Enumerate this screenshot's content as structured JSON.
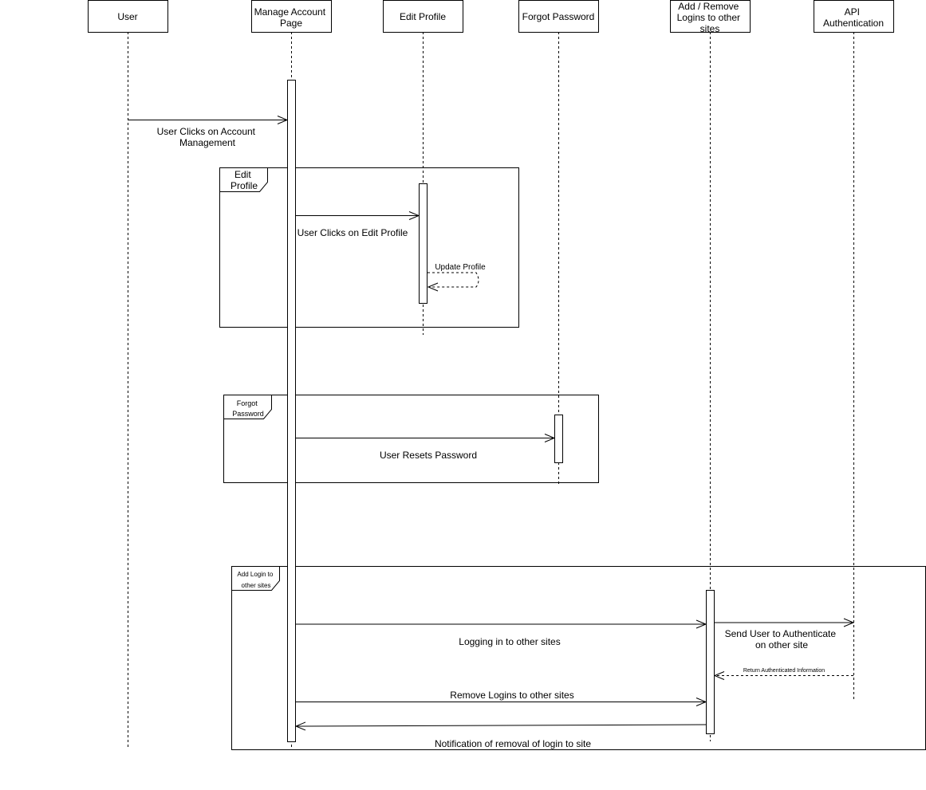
{
  "lifelines": [
    {
      "id": "user",
      "lines": [
        "User"
      ]
    },
    {
      "id": "manage",
      "lines": [
        "Manage Account",
        "Page"
      ]
    },
    {
      "id": "edit",
      "lines": [
        "Edit Profile"
      ]
    },
    {
      "id": "forgot",
      "lines": [
        "Forgot Password"
      ]
    },
    {
      "id": "addremove",
      "lines": [
        "Add / Remove",
        "Logins to other",
        "sites"
      ]
    },
    {
      "id": "api",
      "lines": [
        "API",
        "Authentication"
      ]
    }
  ],
  "fragments": [
    {
      "id": "edit-profile",
      "lines": [
        "Edit",
        "Profile"
      ]
    },
    {
      "id": "forgot-password",
      "lines": [
        "Forgot",
        "Password"
      ]
    },
    {
      "id": "add-login",
      "lines": [
        "Add Login to",
        "other sites"
      ]
    }
  ],
  "messages": [
    {
      "id": "user-clicks-account",
      "lines": [
        "User Clicks on Account",
        "Management"
      ]
    },
    {
      "id": "user-clicks-edit",
      "lines": [
        "User Clicks on Edit Profile"
      ]
    },
    {
      "id": "update-profile",
      "lines": [
        "Update Profile"
      ]
    },
    {
      "id": "user-resets",
      "lines": [
        "User Resets Password"
      ]
    },
    {
      "id": "logging-in",
      "lines": [
        "Logging in to other sites"
      ]
    },
    {
      "id": "send-user",
      "lines": [
        "Send User to Authenticate",
        "on other site"
      ]
    },
    {
      "id": "return-auth",
      "lines": [
        "Return Authenticated Information"
      ]
    },
    {
      "id": "remove-logins",
      "lines": [
        "Remove Logins to other sites"
      ]
    },
    {
      "id": "notification",
      "lines": [
        "Notification of removal of login to site"
      ]
    }
  ]
}
